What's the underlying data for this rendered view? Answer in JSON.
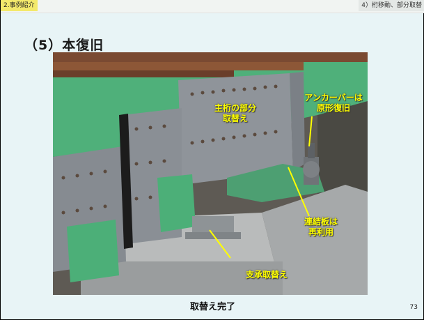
{
  "header": {
    "section": "2.事例紹介",
    "subsection": "4）桁移動、部分取替"
  },
  "title": "（5）本復旧",
  "photo": {
    "annotations": {
      "main_girder": [
        "主桁の部分",
        "取替え"
      ],
      "anchor_bar": [
        "アンカーバーは",
        "原形復旧"
      ],
      "connection_plate": [
        "連結板は",
        "再利用"
      ],
      "bearing": "支承取替え"
    },
    "colors": {
      "annotation_text": "#ffff00",
      "steel_green": "#4fb07a",
      "steel_gray": "#8f949a"
    }
  },
  "caption": "取替え完了",
  "page_number": "73"
}
